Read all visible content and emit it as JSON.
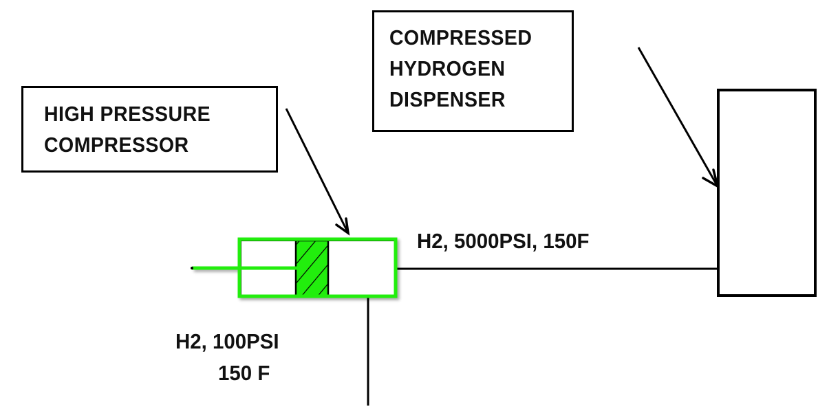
{
  "diagram": {
    "title": "Compressed hydrogen dispensing schematic",
    "accent_color": "#22ee11",
    "line_color": "#000000",
    "labels": {
      "compressor": [
        "HIGH PRESSURE",
        "COMPRESSOR"
      ],
      "dispenser": [
        "COMPRESSED",
        "HYDROGEN",
        "DISPENSER"
      ]
    },
    "streams": {
      "inlet": {
        "line1": "H2, 100PSI",
        "line2": "150 F"
      },
      "outlet": {
        "line1": "H2, 5000PSI, 150F"
      }
    },
    "components": [
      {
        "id": "compressor",
        "symbol": "piston-cylinder",
        "highlight": true
      },
      {
        "id": "dispenser",
        "symbol": "rectangle",
        "highlight": false
      }
    ]
  }
}
